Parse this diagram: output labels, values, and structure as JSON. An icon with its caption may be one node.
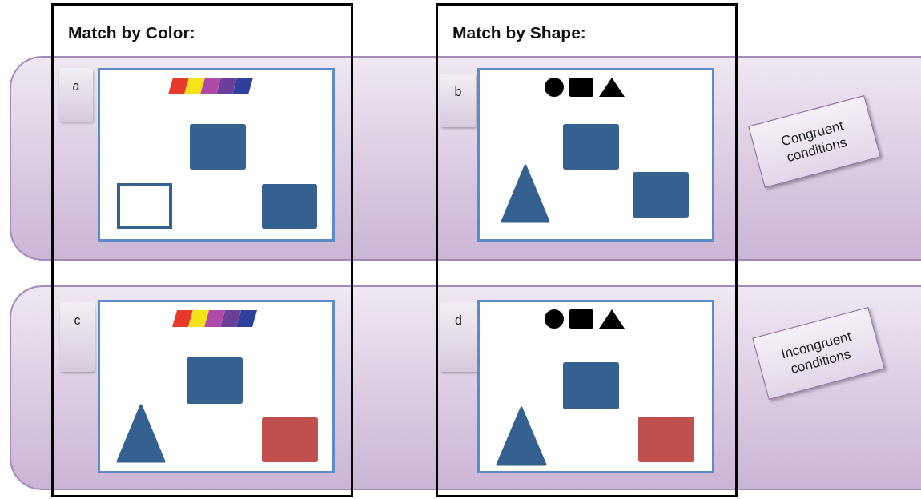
{
  "diagram": {
    "nodes": [
      {
        "text": [
          "Match by Color:"
        ]
      },
      {
        "text": [
          "Match by Shape:"
        ]
      },
      {
        "text": [],
        "shape": "band"
      },
      {
        "text": [
          "a"
        ]
      },
      {
        "text": [
          "b"
        ]
      },
      {
        "text": [
          "Congruent conditions"
        ],
        "in": 2
      },
      {
        "text": [],
        "shape": "band"
      },
      {
        "text": [
          "c"
        ]
      },
      {
        "text": [
          "d"
        ]
      },
      {
        "text": [
          "Incongruent conditions"
        ],
        "in": 6
      }
    ]
  }
}
